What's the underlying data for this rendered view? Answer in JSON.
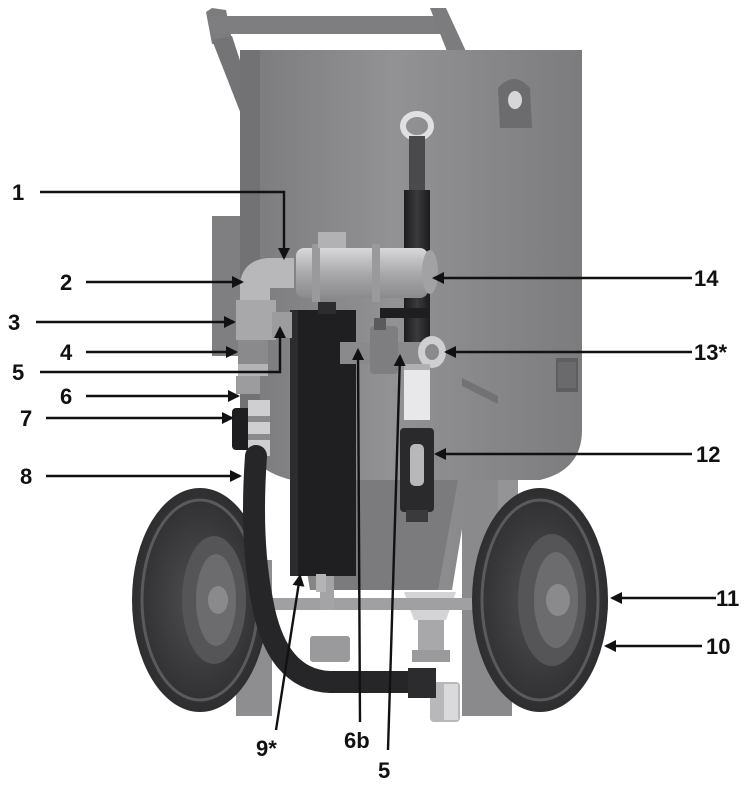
{
  "colors": {
    "tank": "#8a8a8c",
    "tank_dark": "#6e6e70",
    "tank_light": "#9c9c9e",
    "hose": "#2a2a2c",
    "filter": "#1f1f21",
    "tire": "#3c3c3e",
    "tire_dark": "#242426",
    "metal": "#c4c4c6",
    "text": "#111111"
  },
  "icons": [
    "arrowhead"
  ],
  "callouts": {
    "c1": "1",
    "c2": "2",
    "c3": "3",
    "c4": "4",
    "c5a": "5",
    "c6": "6",
    "c7": "7",
    "c8": "8",
    "c9": "9*",
    "c6b": "6b",
    "c5b": "5",
    "c10": "10",
    "c11": "11",
    "c12": "12",
    "c13": "13*",
    "c14": "14"
  }
}
